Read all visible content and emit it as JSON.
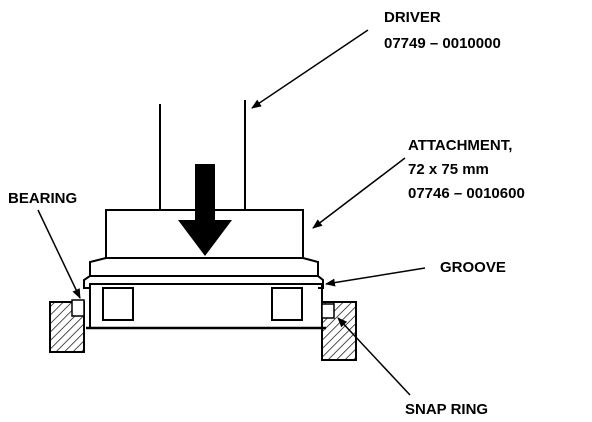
{
  "labels": {
    "driver_name": "DRIVER",
    "driver_part": "07749 – 0010000",
    "attachment_name": "ATTACHMENT,",
    "attachment_size": "72 x 75 mm",
    "attachment_part": "07746 – 0010600",
    "bearing": "BEARING",
    "groove": "GROOVE",
    "snap_ring": "SNAP RING"
  },
  "colors": {
    "ink": "#000000",
    "paper": "#ffffff"
  },
  "icons": {
    "press_direction": "arrow-down-icon"
  }
}
